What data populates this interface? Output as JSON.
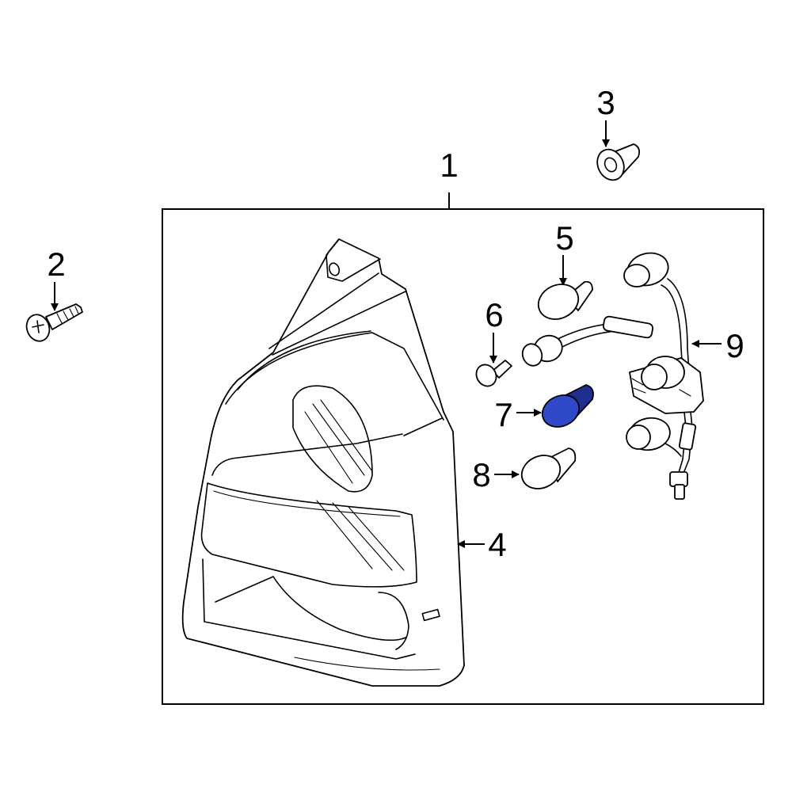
{
  "callouts": {
    "c1": "1",
    "c2": "2",
    "c3": "3",
    "c4": "4",
    "c5": "5",
    "c6": "6",
    "c7": "7",
    "c8": "8",
    "c9": "9"
  },
  "colors": {
    "line": "#000000",
    "background": "#ffffff",
    "highlight_fill": "#2f49c9",
    "highlight_shade": "#1f2f8f"
  },
  "highlighted_part": "7"
}
